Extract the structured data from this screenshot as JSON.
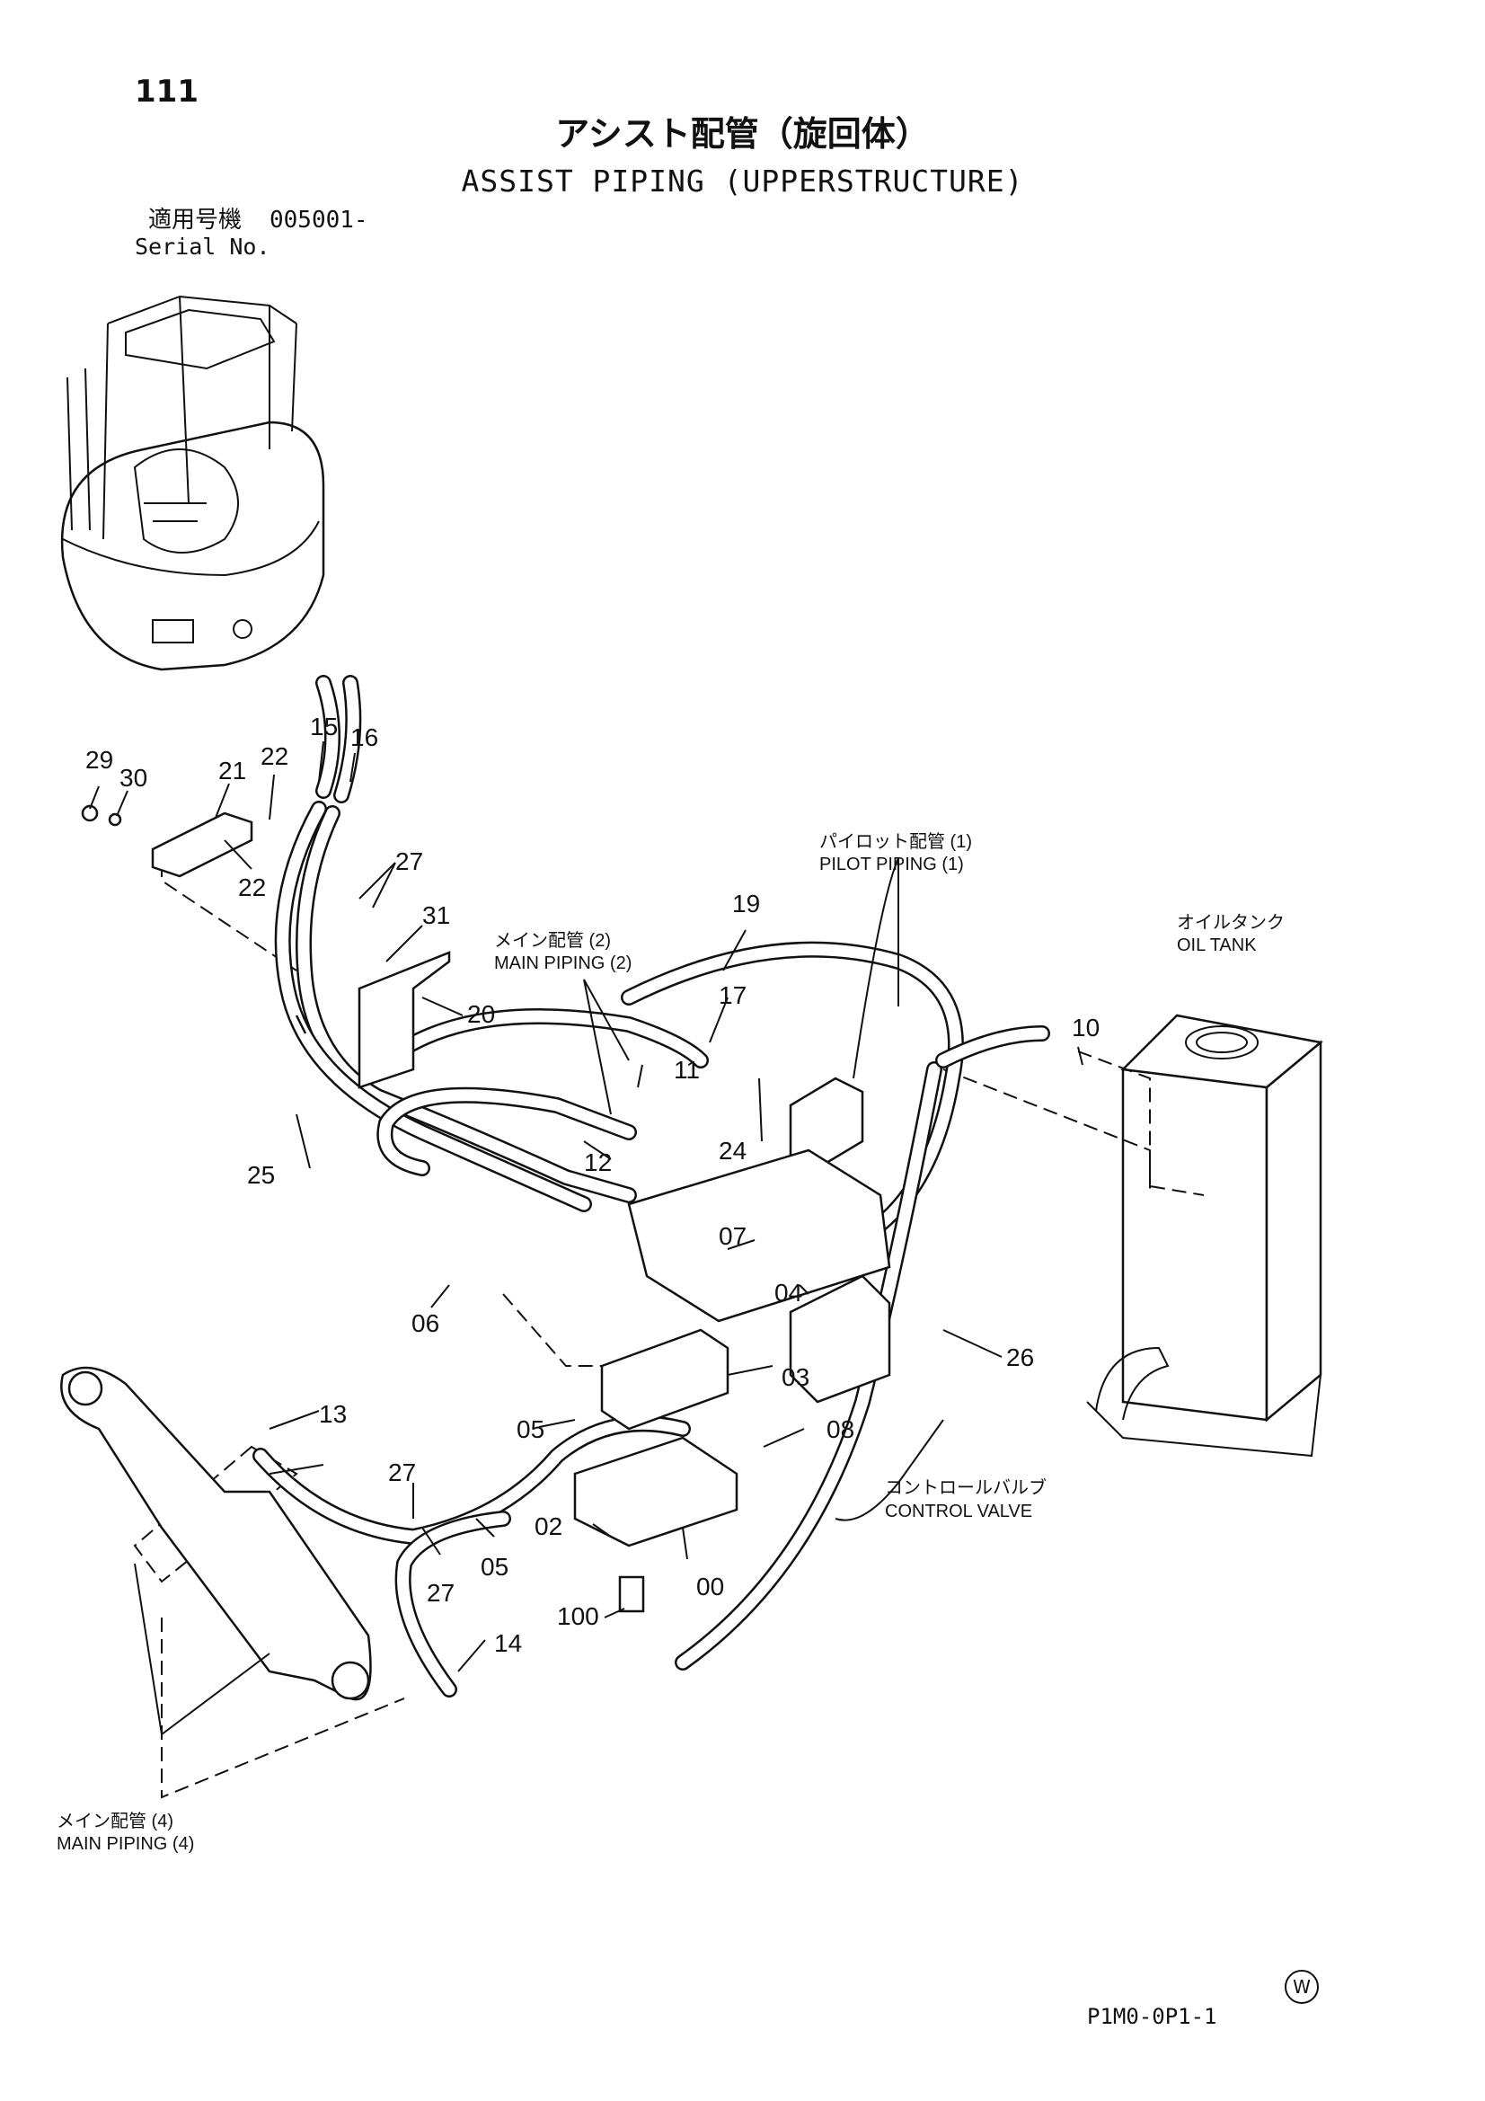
{
  "header": {
    "page_number": "111",
    "title_jp": "アシスト配管（旋回体）",
    "title_en": "ASSIST PIPING (UPPERSTRUCTURE)",
    "serial_label_jp": "適用号機",
    "serial_value": "005001-",
    "serial_label_en": "Serial No."
  },
  "labels": {
    "pilot_piping_jp": "パイロット配管 (1)",
    "pilot_piping_en": "PILOT PIPING (1)",
    "main_piping_2_jp": "メイン配管 (2)",
    "main_piping_2_en": "MAIN PIPING (2)",
    "oil_tank_jp": "オイルタンク",
    "oil_tank_en": "OIL TANK",
    "control_valve_jp": "コントロールバルブ",
    "control_valve_en": "CONTROL VALVE",
    "main_piping_4_jp": "メイン配管 (4)",
    "main_piping_4_en": "MAIN PIPING (4)"
  },
  "callouts": {
    "c29": "29",
    "c30": "30",
    "c21": "21",
    "c22a": "22",
    "c22b": "22",
    "c15": "15",
    "c16": "16",
    "c27a": "27",
    "c31": "31",
    "c20": "20",
    "c19": "19",
    "c17": "17",
    "c11": "11",
    "c24": "24",
    "c12": "12",
    "c25": "25",
    "c10": "10",
    "c07": "07",
    "c04": "04",
    "c26": "26",
    "c06": "06",
    "c03": "03",
    "c13": "13",
    "c05a": "05",
    "c08": "08",
    "c27b": "27",
    "c05b": "05",
    "c02": "02",
    "c27c": "27",
    "c00": "00",
    "c14": "14",
    "c100": "100"
  },
  "footer": {
    "watermark": "W",
    "drawing_code": "P1M0-0P1-1"
  }
}
